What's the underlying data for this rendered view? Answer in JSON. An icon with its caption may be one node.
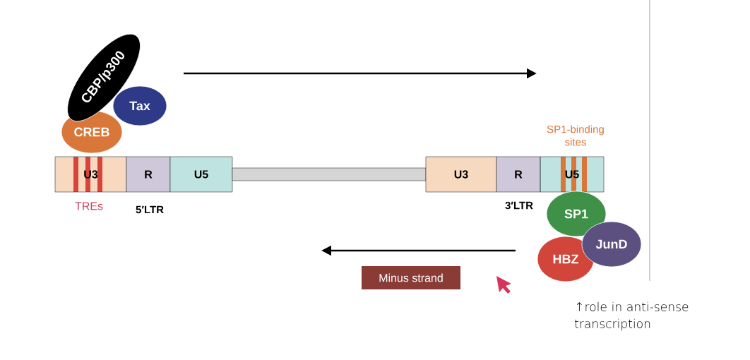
{
  "diagram": {
    "nodes": [
      {
        "text": [
          "CBP/p300"
        ]
      },
      {
        "text": [
          "Tax"
        ]
      },
      {
        "text": [
          "CREB"
        ]
      },
      {
        "text": [
          "U3"
        ]
      },
      {
        "text": [
          "R"
        ]
      },
      {
        "text": [
          "U5"
        ]
      },
      {
        "text": [],
        "shape": "bar"
      },
      {
        "text": [
          "U3"
        ]
      },
      {
        "text": [
          "R"
        ]
      },
      {
        "text": [
          "U5"
        ]
      },
      {
        "text": [
          "SP1"
        ]
      },
      {
        "text": [
          "JunD"
        ]
      },
      {
        "text": [
          "HBZ"
        ]
      },
      {
        "text": [
          "Minus strand"
        ]
      }
    ],
    "labels": [
      "SP1-binding sites",
      "TREs",
      "5′LTR",
      "3′LTR",
      "↑role in anti-sense transcription"
    ]
  }
}
